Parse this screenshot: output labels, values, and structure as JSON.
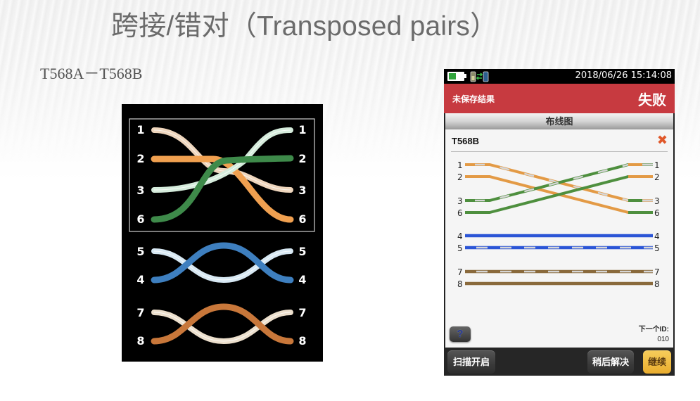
{
  "slide": {
    "title": "跨接/错对（Transposed pairs）",
    "subtitle": "T568A－T568B"
  },
  "diagram": {
    "left_pins": [
      "1",
      "2",
      "3",
      "6",
      "5",
      "4",
      "7",
      "8"
    ],
    "right_pins": [
      "1",
      "2",
      "3",
      "6",
      "5",
      "4",
      "7",
      "8"
    ],
    "colors": {
      "orange": "#f0a050",
      "orange_white": "#f2d9c0",
      "green": "#3e8a4a",
      "green_white": "#d9eee0",
      "blue": "#3e7fbf",
      "blue_white": "#dcebf5",
      "brown": "#c8773a",
      "brown_white": "#efe2d0"
    }
  },
  "tester": {
    "status_bar": {
      "battery_icon": "battery-icon",
      "link_icon": "link-status-icon",
      "datetime": "2018/06/26  15:14:08"
    },
    "header": {
      "unsaved_label": "未保存结果",
      "result": "失败",
      "result_color": "#c73a40"
    },
    "section_title": "布线图",
    "standard": "T568B",
    "fail_icon": "close-icon",
    "wiremap": {
      "pins": [
        "1",
        "2",
        "3",
        "6",
        "4",
        "5",
        "7",
        "8"
      ],
      "colors": {
        "orange": "#e39a45",
        "green": "#4e8f3e",
        "blue": "#2b55d6",
        "brown": "#8a6a3c",
        "white": "#d8d8d8"
      }
    },
    "help_label": "?",
    "next_id_label": "下一个ID:",
    "next_id_value": "010",
    "buttons": {
      "scan": "扫描开启",
      "later": "稍后解决",
      "continue": "继续"
    }
  }
}
